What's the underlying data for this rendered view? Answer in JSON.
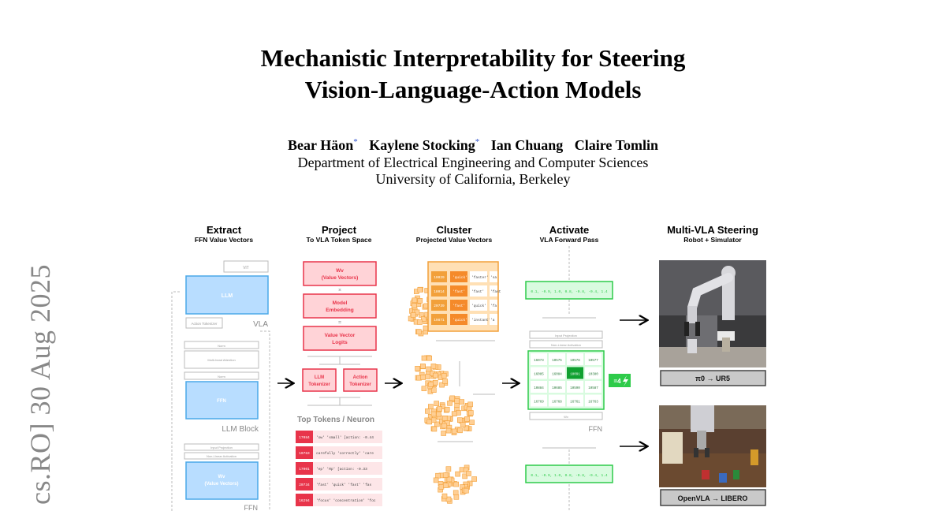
{
  "paper": {
    "title_line1": "Mechanistic Interpretability for Steering",
    "title_line2": "Vision-Language-Action Models",
    "authors": [
      {
        "name": "Bear Häon",
        "mark": "*"
      },
      {
        "name": "Kaylene Stocking",
        "mark": "*"
      },
      {
        "name": "Ian Chuang",
        "mark": ""
      },
      {
        "name": "Claire Tomlin",
        "mark": ""
      }
    ],
    "department": "Department of Electrical Engineering and Computer Sciences",
    "university": "University of California, Berkeley",
    "arxiv_stamp": "cs.RO]  30 Aug 2025"
  },
  "figure": {
    "stages": [
      {
        "title": "Extract",
        "subtitle": "FFN Value Vectors"
      },
      {
        "title": "Project",
        "subtitle": "To VLA Token Space"
      },
      {
        "title": "Cluster",
        "subtitle": "Projected Value Vectors"
      },
      {
        "title": "Activate",
        "subtitle": "VLA Forward Pass"
      },
      {
        "title": "Multi-VLA Steering",
        "subtitle": "Robot + Simulator"
      }
    ],
    "extract": {
      "vit": "ViT",
      "llm": "LLM",
      "action_tokenizer": "Action Tokenizer",
      "vla": "VLA",
      "norm1": "Norm",
      "mhsa": "Multi-head Attention",
      "norm2": "Norm",
      "ffn": "FFN",
      "llm_block": "LLM Block",
      "input_proj": "Input Projection",
      "nonlinear": "Non-Linear Activation",
      "wv_line1": "Wv",
      "wv_line2": "(Value Vectors)",
      "ffn_label": "FFN"
    },
    "project": {
      "wv_line1": "Wv",
      "wv_line2": "(Value Vectors)",
      "times": "×",
      "embed_line1": "Model",
      "embed_line2": "Embedding",
      "equals": "=",
      "logits_line1": "Value Vector",
      "logits_line2": "Logits",
      "llm_tok_line1": "LLM",
      "llm_tok_line2": "Tokenizer",
      "act_tok_line1": "Action",
      "act_tok_line2": "Tokenizer",
      "top_tokens": "Top Tokens / Neuron",
      "rows": [
        {
          "id": "17084",
          "tokens": "'ow'  'small'  [action: -0.44"
        },
        {
          "id": "10763",
          "tokens": "carefully  'correctly'  'care"
        },
        {
          "id": "17001",
          "tokens": "'ep'  'Rp'  [action: -0.33"
        },
        {
          "id": "20734",
          "tokens": "'fast'  'quick'  'fast'  'fas"
        },
        {
          "id": "16294",
          "tokens": "'focus'  'concentration'  'foc"
        }
      ]
    },
    "cluster": {
      "rows": [
        {
          "id": "10029",
          "cells": [
            "'quick'",
            "'faster'",
            "'sa"
          ]
        },
        {
          "id": "18014",
          "cells": [
            "'fast'",
            "'fast'",
            "'fast"
          ]
        },
        {
          "id": "20739",
          "cells": [
            "'fast'",
            "'quick'",
            "'fa"
          ]
        },
        {
          "id": "19871",
          "cells": [
            "'quick'",
            "'instant'",
            "'a"
          ]
        }
      ]
    },
    "activate": {
      "vector_top": "0.1, -0.9, 1.0, 0.8, -0.8, -0.4, 1.4",
      "input_proj": "Input Projection",
      "nonlinear": "Non-Linear Activation",
      "grid": [
        [
          "16073",
          "10575",
          "10578",
          "10577"
        ],
        [
          "16085",
          "16084",
          "18091",
          "10380"
        ],
        [
          "10884",
          "10685",
          "10590",
          "10587"
        ],
        [
          "16769",
          "16768",
          "16761",
          "16763"
        ]
      ],
      "highlight": "18091",
      "set_value": "=4",
      "wv": "Wv",
      "ffn_label": "FFN",
      "vector_bottom": "0.1, -0.9, 1.0, 0.8, -0.8, -0.4, 1.4"
    },
    "steering": {
      "robot_caption": "π0 → UR5",
      "sim_caption": "OpenVLA → LIBERO"
    },
    "colors": {
      "blue": "#4aa8e8",
      "red": "#e8344a",
      "orange": "#f2a03a",
      "green": "#2ecb4a",
      "dark_green": "#10a030",
      "gray": "#b8b8b8"
    }
  }
}
